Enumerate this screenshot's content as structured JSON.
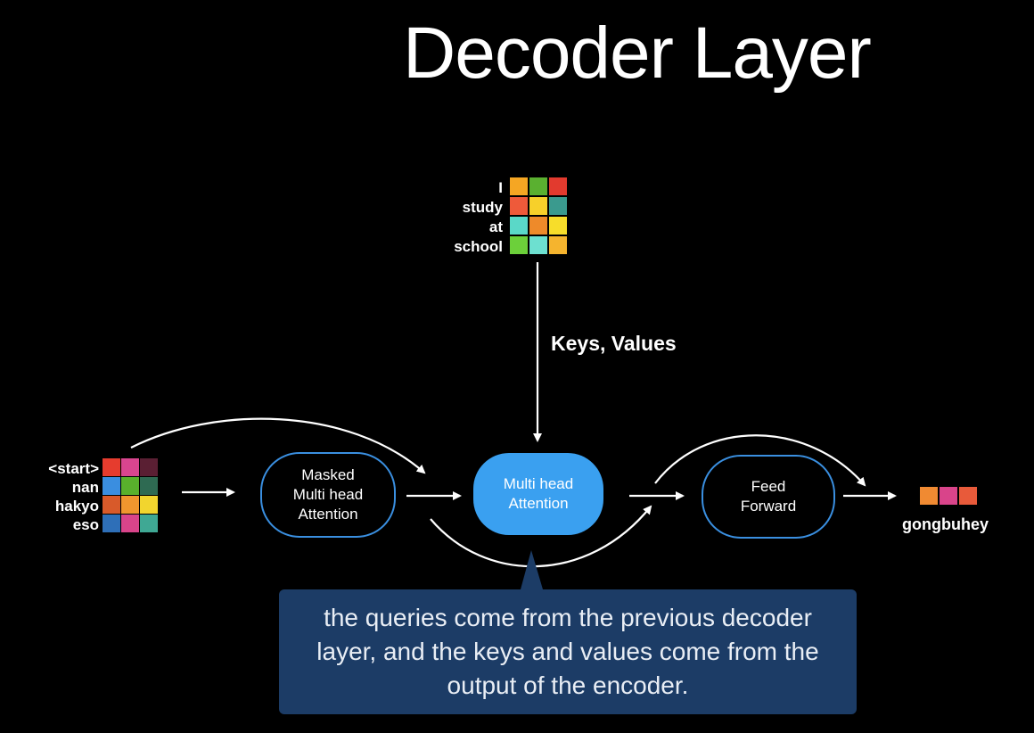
{
  "title": "Decoder Layer",
  "encoder_output": {
    "rows": [
      {
        "word": "I",
        "colors": [
          "#f5a623",
          "#5ab030",
          "#e23a2e"
        ]
      },
      {
        "word": "study",
        "colors": [
          "#ee5a3a",
          "#f7d02a",
          "#3a9a8e"
        ]
      },
      {
        "word": "at",
        "colors": [
          "#5ad8c8",
          "#ee8a2a",
          "#f7dd2a"
        ]
      },
      {
        "word": "school",
        "colors": [
          "#6cd03a",
          "#6de0d0",
          "#f5b42e"
        ]
      }
    ]
  },
  "decoder_input": {
    "rows": [
      {
        "word": "<start>",
        "colors": [
          "#e63c2e",
          "#d9458f",
          "#5a1f33"
        ]
      },
      {
        "word": "nan",
        "colors": [
          "#3a8ee0",
          "#59b02c",
          "#2e6a52"
        ]
      },
      {
        "word": "hakyo",
        "colors": [
          "#d85a2a",
          "#f0962e",
          "#f2d52e"
        ]
      },
      {
        "word": "eso",
        "colors": [
          "#2e6fb8",
          "#d9448a",
          "#3fa894"
        ]
      }
    ]
  },
  "edge_label": "Keys, Values",
  "nodes": {
    "masked": "Masked\nMulti head\nAttention",
    "mha": "Multi head\nAttention",
    "ff": "Feed\nForward"
  },
  "output": {
    "word": "gongbuhey",
    "colors": [
      "#f08a32",
      "#d9448a",
      "#e85a3a"
    ]
  },
  "callout": "the queries come from the previous decoder layer, and the keys and values come from the output of the encoder.",
  "colors": {
    "background": "#000000",
    "node_border": "#3a8fe0",
    "node_fill": "#3aa0f0",
    "callout_fill": "#1c3c66"
  }
}
